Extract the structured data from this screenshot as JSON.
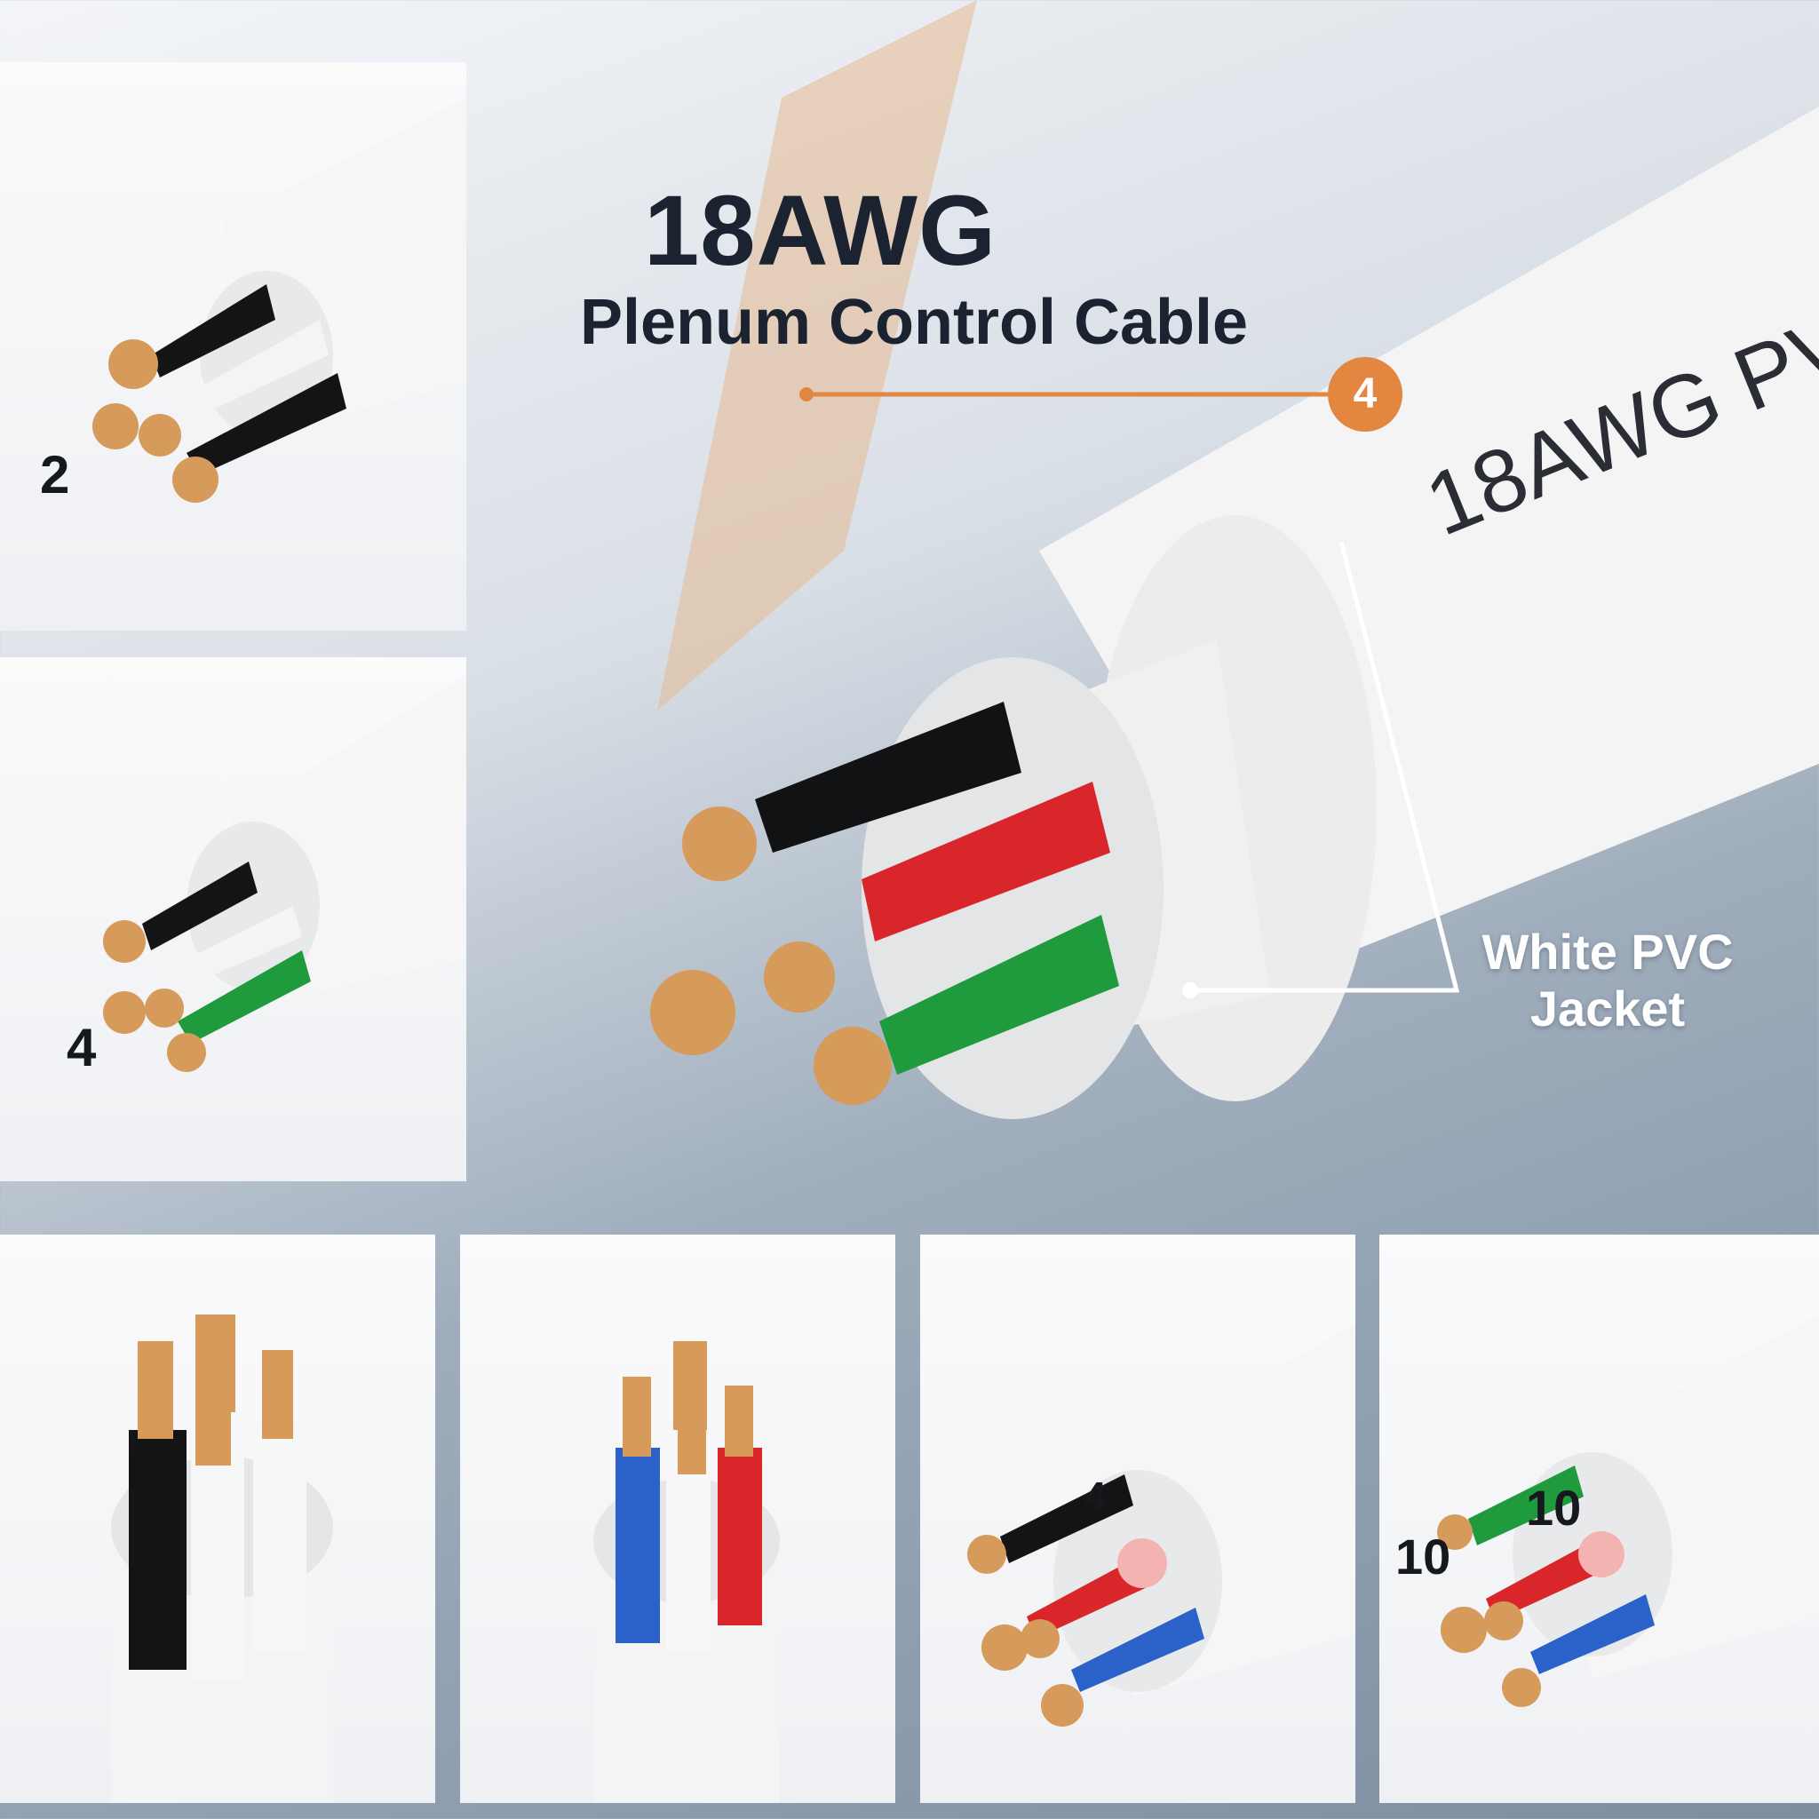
{
  "headline": {
    "gauge": "18AWG",
    "product": "Plenum Control Cable"
  },
  "callout": {
    "conductor_count": "4",
    "accent_color": "#e3863f"
  },
  "jacket": {
    "label_line1": "White PVC",
    "label_line2": "Jacket",
    "print": "18AWG    PV"
  },
  "variants": {
    "top_left_1": "2",
    "top_left_2": "4",
    "bottom_3": "4",
    "bottom_4_a": "10",
    "bottom_4_b": "10"
  },
  "colors": {
    "copper": "#d69a5a",
    "black": "#15171a",
    "red": "#d9262a",
    "green": "#1f9a3c",
    "blue": "#2a62c9",
    "white_jacket": "#f4f4f4"
  }
}
